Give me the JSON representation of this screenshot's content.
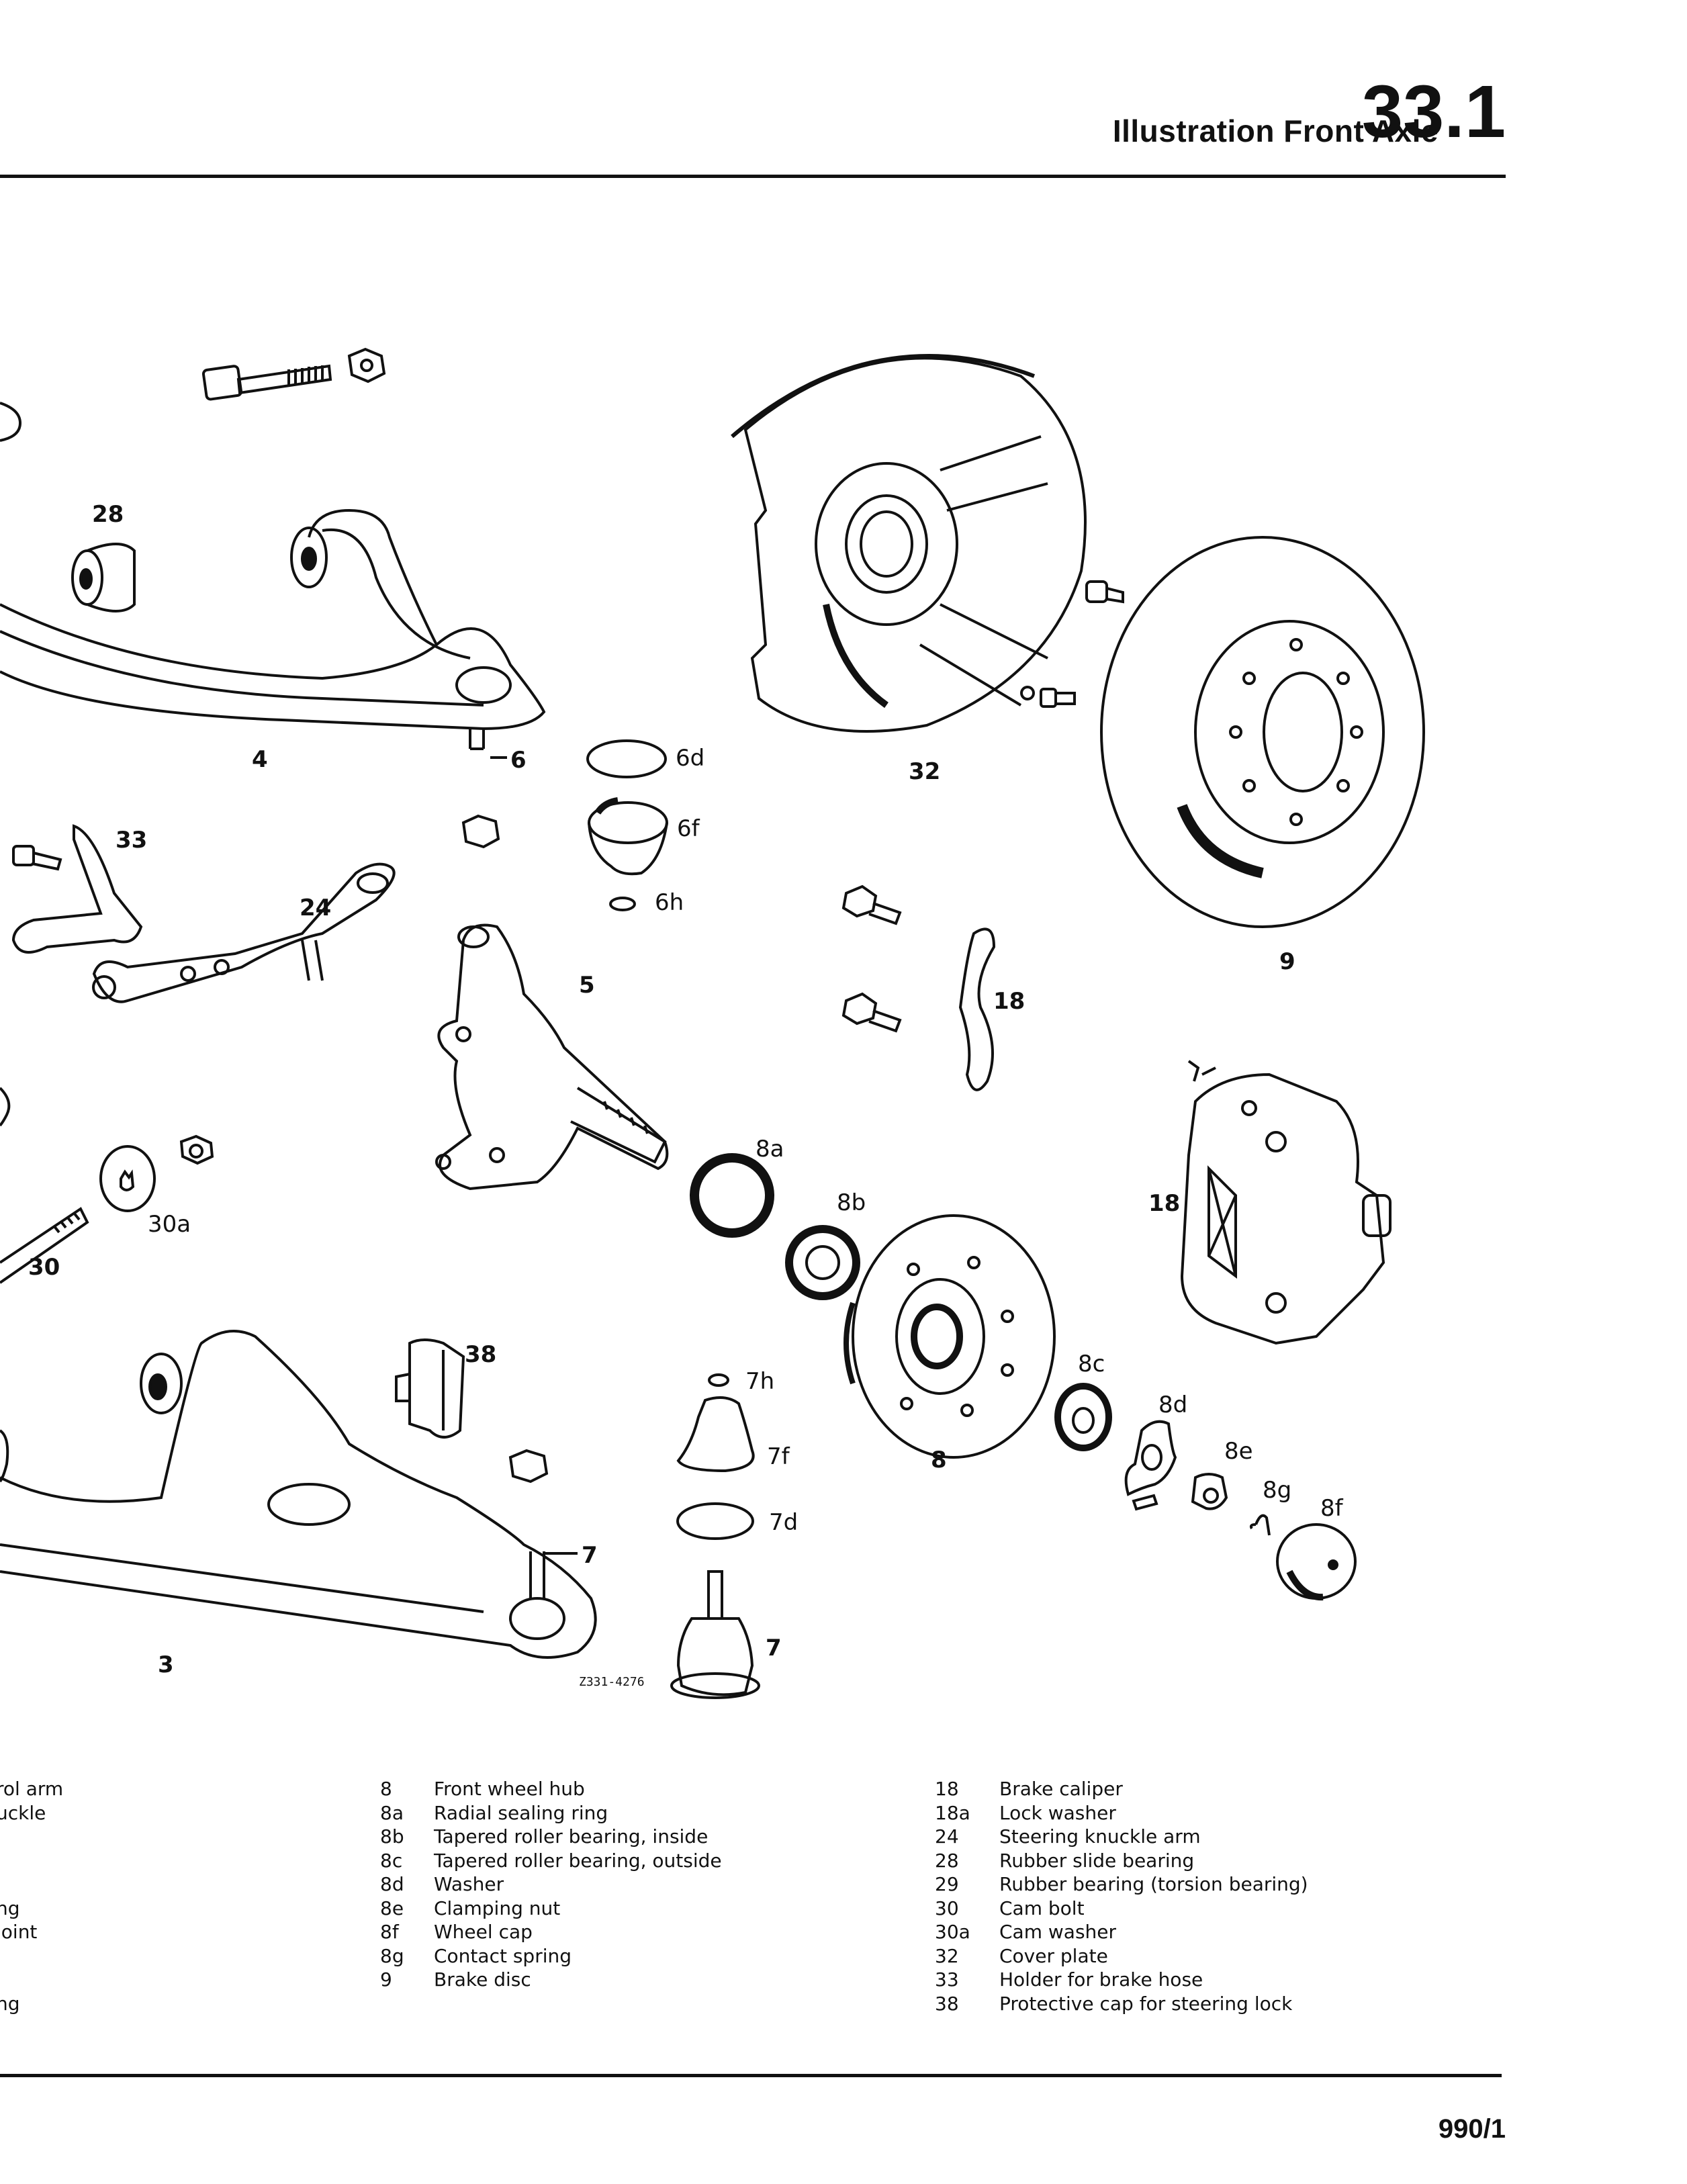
{
  "header": {
    "title": "Illustration Front Axle",
    "section": "33.1"
  },
  "footer": {
    "page_number": "990/1"
  },
  "diagram": {
    "drawing_code": "Z331-4276",
    "callouts": [
      "28",
      "4",
      "6",
      "6d",
      "6f",
      "6h",
      "32",
      "9",
      "33",
      "24",
      "5",
      "18",
      "8a",
      "8b",
      "30a",
      "30",
      "38",
      "7h",
      "7f",
      "7d",
      "7",
      "3",
      "8",
      "8c",
      "8d",
      "8e",
      "8g",
      "8f",
      "18"
    ]
  },
  "legend": {
    "col1": [
      {
        "num": "",
        "desc": "rol arm"
      },
      {
        "num": "",
        "desc": "uckle"
      },
      {
        "num": "",
        "desc": ""
      },
      {
        "num": "",
        "desc": ""
      },
      {
        "num": "",
        "desc": ""
      },
      {
        "num": "",
        "desc": "ng"
      },
      {
        "num": "",
        "desc": "joint"
      },
      {
        "num": "",
        "desc": ""
      },
      {
        "num": "",
        "desc": ""
      },
      {
        "num": "",
        "desc": "ng"
      }
    ],
    "col2": [
      {
        "num": "8",
        "desc": "Front wheel hub"
      },
      {
        "num": "8a",
        "desc": "Radial sealing ring"
      },
      {
        "num": "8b",
        "desc": "Tapered roller bearing, inside"
      },
      {
        "num": "8c",
        "desc": "Tapered roller bearing, outside"
      },
      {
        "num": "8d",
        "desc": "Washer"
      },
      {
        "num": "8e",
        "desc": "Clamping nut"
      },
      {
        "num": "8f",
        "desc": "Wheel cap"
      },
      {
        "num": "8g",
        "desc": "Contact spring"
      },
      {
        "num": "9",
        "desc": "Brake disc"
      }
    ],
    "col3": [
      {
        "num": "18",
        "desc": "Brake caliper"
      },
      {
        "num": "18a",
        "desc": "Lock washer"
      },
      {
        "num": "24",
        "desc": "Steering knuckle arm"
      },
      {
        "num": "28",
        "desc": "Rubber slide bearing"
      },
      {
        "num": "29",
        "desc": "Rubber bearing (torsion bearing)"
      },
      {
        "num": "30",
        "desc": "Cam bolt"
      },
      {
        "num": "30a",
        "desc": "Cam washer"
      },
      {
        "num": "32",
        "desc": "Cover plate"
      },
      {
        "num": "33",
        "desc": "Holder for brake hose"
      },
      {
        "num": "38",
        "desc": "Protective cap for steering lock"
      }
    ]
  }
}
